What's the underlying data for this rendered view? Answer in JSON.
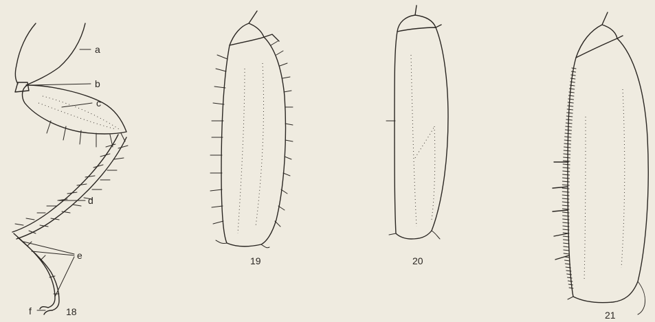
{
  "plate": {
    "figures": [
      {
        "number": "18",
        "labels": [
          "a",
          "b",
          "c",
          "d",
          "e",
          "f"
        ]
      },
      {
        "number": "19"
      },
      {
        "number": "20"
      },
      {
        "number": "21"
      }
    ]
  }
}
